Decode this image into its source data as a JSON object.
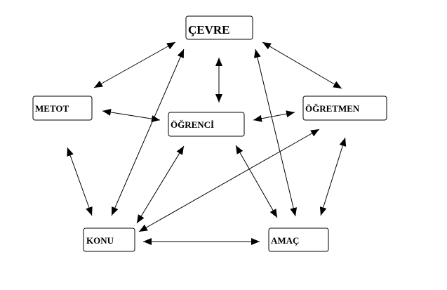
{
  "nodes": [
    {
      "id": "cevre",
      "label": "ÇEVRE"
    },
    {
      "id": "metot",
      "label": "METOT"
    },
    {
      "id": "ogrenci",
      "label": "ÖĞRENCİ"
    },
    {
      "id": "ogretmen",
      "label": "ÖĞRETMEN"
    },
    {
      "id": "konu",
      "label": "KONU"
    },
    {
      "id": "amac",
      "label": "AMAÇ"
    }
  ],
  "edges": [
    {
      "from": "cevre",
      "to": "metot"
    },
    {
      "from": "cevre",
      "to": "ogrenci"
    },
    {
      "from": "cevre",
      "to": "ogretmen"
    },
    {
      "from": "cevre",
      "to": "konu"
    },
    {
      "from": "cevre",
      "to": "amac"
    },
    {
      "from": "metot",
      "to": "ogrenci"
    },
    {
      "from": "metot",
      "to": "konu"
    },
    {
      "from": "ogrenci",
      "to": "ogretmen"
    },
    {
      "from": "ogrenci",
      "to": "konu"
    },
    {
      "from": "ogrenci",
      "to": "amac"
    },
    {
      "from": "ogretmen",
      "to": "konu"
    },
    {
      "from": "ogretmen",
      "to": "amac"
    },
    {
      "from": "konu",
      "to": "amac"
    }
  ],
  "colors": {
    "stroke": "#000000",
    "box_fill": "#ffffff",
    "background": "#ffffff"
  }
}
